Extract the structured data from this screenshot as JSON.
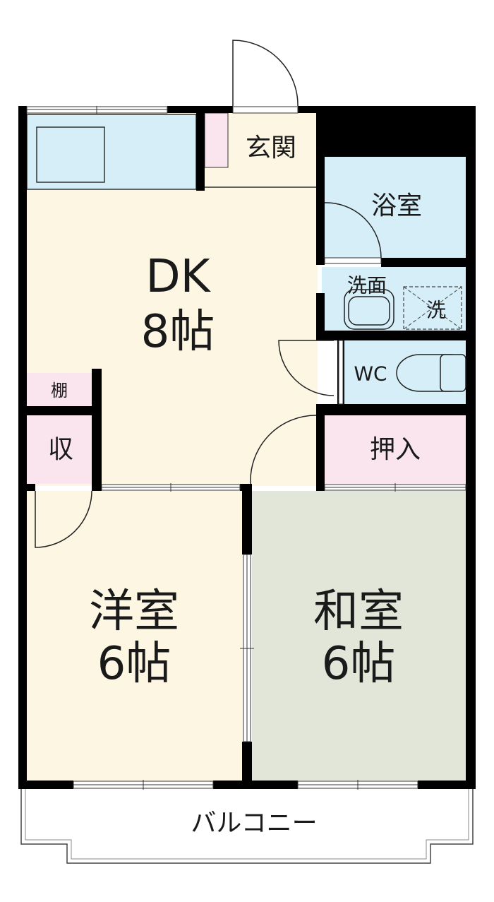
{
  "colors": {
    "wall": "#000000",
    "floor_cream": "#fdf6e3",
    "water_blue": "#d5eef8",
    "storage_pink": "#fae5ee",
    "tatami_green": "#e1e6d8"
  },
  "rooms": {
    "entrance": "玄関",
    "bath": "浴室",
    "washroom": "洗面",
    "washer": "洗",
    "toilet": "WC",
    "dk_name": "DK",
    "dk_size": "8帖",
    "shelf": "棚",
    "storage": "収",
    "closet": "押入",
    "western_name": "洋室",
    "western_size": "6帖",
    "japanese_name": "和室",
    "japanese_size": "6帖",
    "balcony": "バルコニー"
  }
}
